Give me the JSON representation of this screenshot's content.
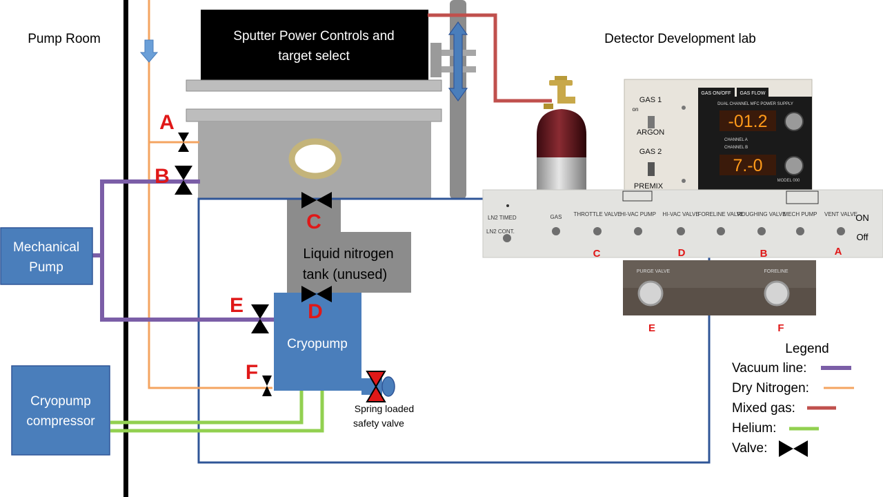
{
  "rooms": {
    "left": "Pump Room",
    "right": "Detector Development lab"
  },
  "sputter": {
    "line1": "Sputter Power Controls and",
    "line2": "target select"
  },
  "ln2_tank": {
    "line1": "Liquid nitrogen",
    "line2": "tank (unused)"
  },
  "components": {
    "mech_pump_line1": "Mechanical",
    "mech_pump_line2": "Pump",
    "cryo_comp_line1": "Cryopump",
    "cryo_comp_line2": "compressor",
    "cryopump": "Cryopump",
    "safety_line1": "Spring loaded",
    "safety_line2": "safety valve"
  },
  "valve_labels": {
    "a": "A",
    "b": "B",
    "c": "C",
    "d": "D",
    "e": "E",
    "f": "F"
  },
  "mfc_panel": {
    "gas1": "GAS 1",
    "gas1_note": "on",
    "argon": "ARGON",
    "gas2": "GAS 2",
    "premix": "PREMIX",
    "btn_onoff": "GAS ON/OFF",
    "btn_flow": "GAS FLOW",
    "title": "DUAL CHANNEL MFC POWER SUPPLY",
    "channel_a": "CHANNEL A",
    "channel_b": "CHANNEL B",
    "readout1": "-01.2",
    "readout2": "7.-0",
    "model": "MODEL 000"
  },
  "switch_panel": {
    "ln2_timed": "LN2 TIMED",
    "ln2_cont": "LN2 CONT.",
    "labels": [
      "GAS",
      "THROTTLE VALVE",
      "HI-VAC PUMP",
      "HI-VAC VALVE",
      "FORELINE VALVE",
      "ROUGHING VALVE",
      "MECH PUMP",
      "VENT VALVE"
    ],
    "on": "ON",
    "off": "Off",
    "marks": {
      "c": "C",
      "d": "D",
      "b": "B",
      "a": "A"
    }
  },
  "lower_panel": {
    "purge": "PURGE VALVE",
    "foreline": "FORELINE",
    "mark_e": "E",
    "mark_f": "F"
  },
  "legend": {
    "title": "Legend",
    "items": [
      {
        "label": "Vacuum line:",
        "color": "#7b5ea7"
      },
      {
        "label": "Dry Nitrogen:",
        "color": "#f4a460"
      },
      {
        "label": "Mixed gas:",
        "color": "#c0504d"
      },
      {
        "label": "Helium:",
        "color": "#92d050"
      },
      {
        "label": "Valve:",
        "color": "#000000"
      }
    ]
  },
  "colors": {
    "vacuum": "#7b5ea7",
    "nitrogen": "#f4a460",
    "mixed": "#c0504d",
    "helium": "#92d050",
    "frame": "#2f5597",
    "box_blue": "#4a7ebb"
  }
}
